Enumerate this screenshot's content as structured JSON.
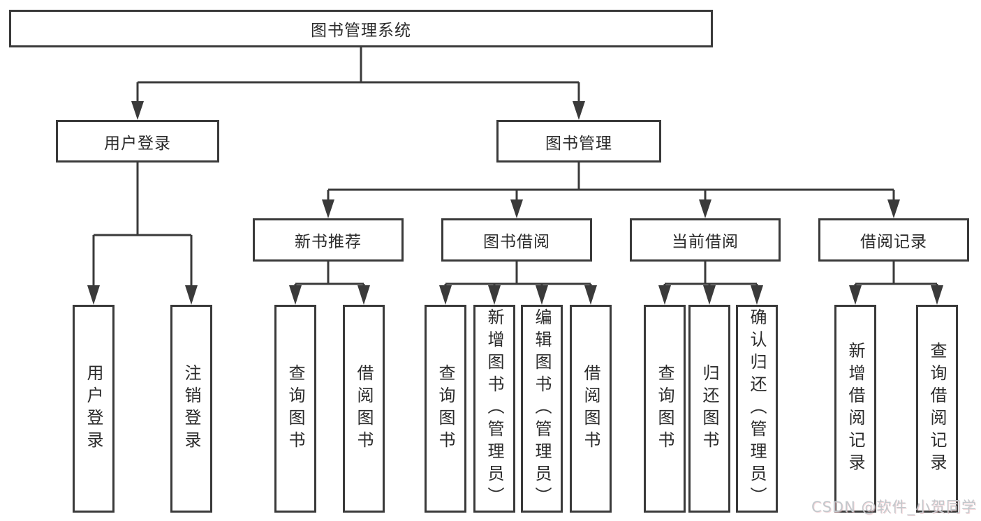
{
  "diagram": {
    "root": {
      "label": "图书管理系统"
    },
    "level2": [
      {
        "id": "user-login",
        "label": "用户登录"
      },
      {
        "id": "book-management",
        "label": "图书管理"
      }
    ],
    "level3": [
      {
        "id": "new-book-recommend",
        "label": "新书推荐",
        "parent": "book-management"
      },
      {
        "id": "book-borrowing",
        "label": "图书借阅",
        "parent": "book-management"
      },
      {
        "id": "current-borrowing",
        "label": "当前借阅",
        "parent": "book-management"
      },
      {
        "id": "borrowing-records",
        "label": "借阅记录",
        "parent": "book-management"
      }
    ],
    "leaves": [
      {
        "group": "user-login",
        "label": "用户登录"
      },
      {
        "group": "user-login",
        "label": "注销登录"
      },
      {
        "group": "new-book-recommend",
        "label": "查询图书"
      },
      {
        "group": "new-book-recommend",
        "label": "借阅图书"
      },
      {
        "group": "book-borrowing",
        "label": "查询图书"
      },
      {
        "group": "book-borrowing",
        "label": "新增图书（管理员）"
      },
      {
        "group": "book-borrowing",
        "label": "编辑图书（管理员）"
      },
      {
        "group": "book-borrowing",
        "label": "借阅图书"
      },
      {
        "group": "current-borrowing",
        "label": "查询图书"
      },
      {
        "group": "current-borrowing",
        "label": "归还图书"
      },
      {
        "group": "current-borrowing",
        "label": "确认归还（管理员）"
      },
      {
        "group": "borrowing-records",
        "label": "新增借阅记录"
      },
      {
        "group": "borrowing-records",
        "label": "查询借阅记录"
      }
    ],
    "watermark": "CSDN @软件_小贺同学",
    "colors": {
      "line": "#3a3a3a",
      "box_border": "#3a3a3a",
      "box_background": "#ffffff",
      "text": "#2b2b2b",
      "watermark_text": "#c3c8cc"
    }
  }
}
